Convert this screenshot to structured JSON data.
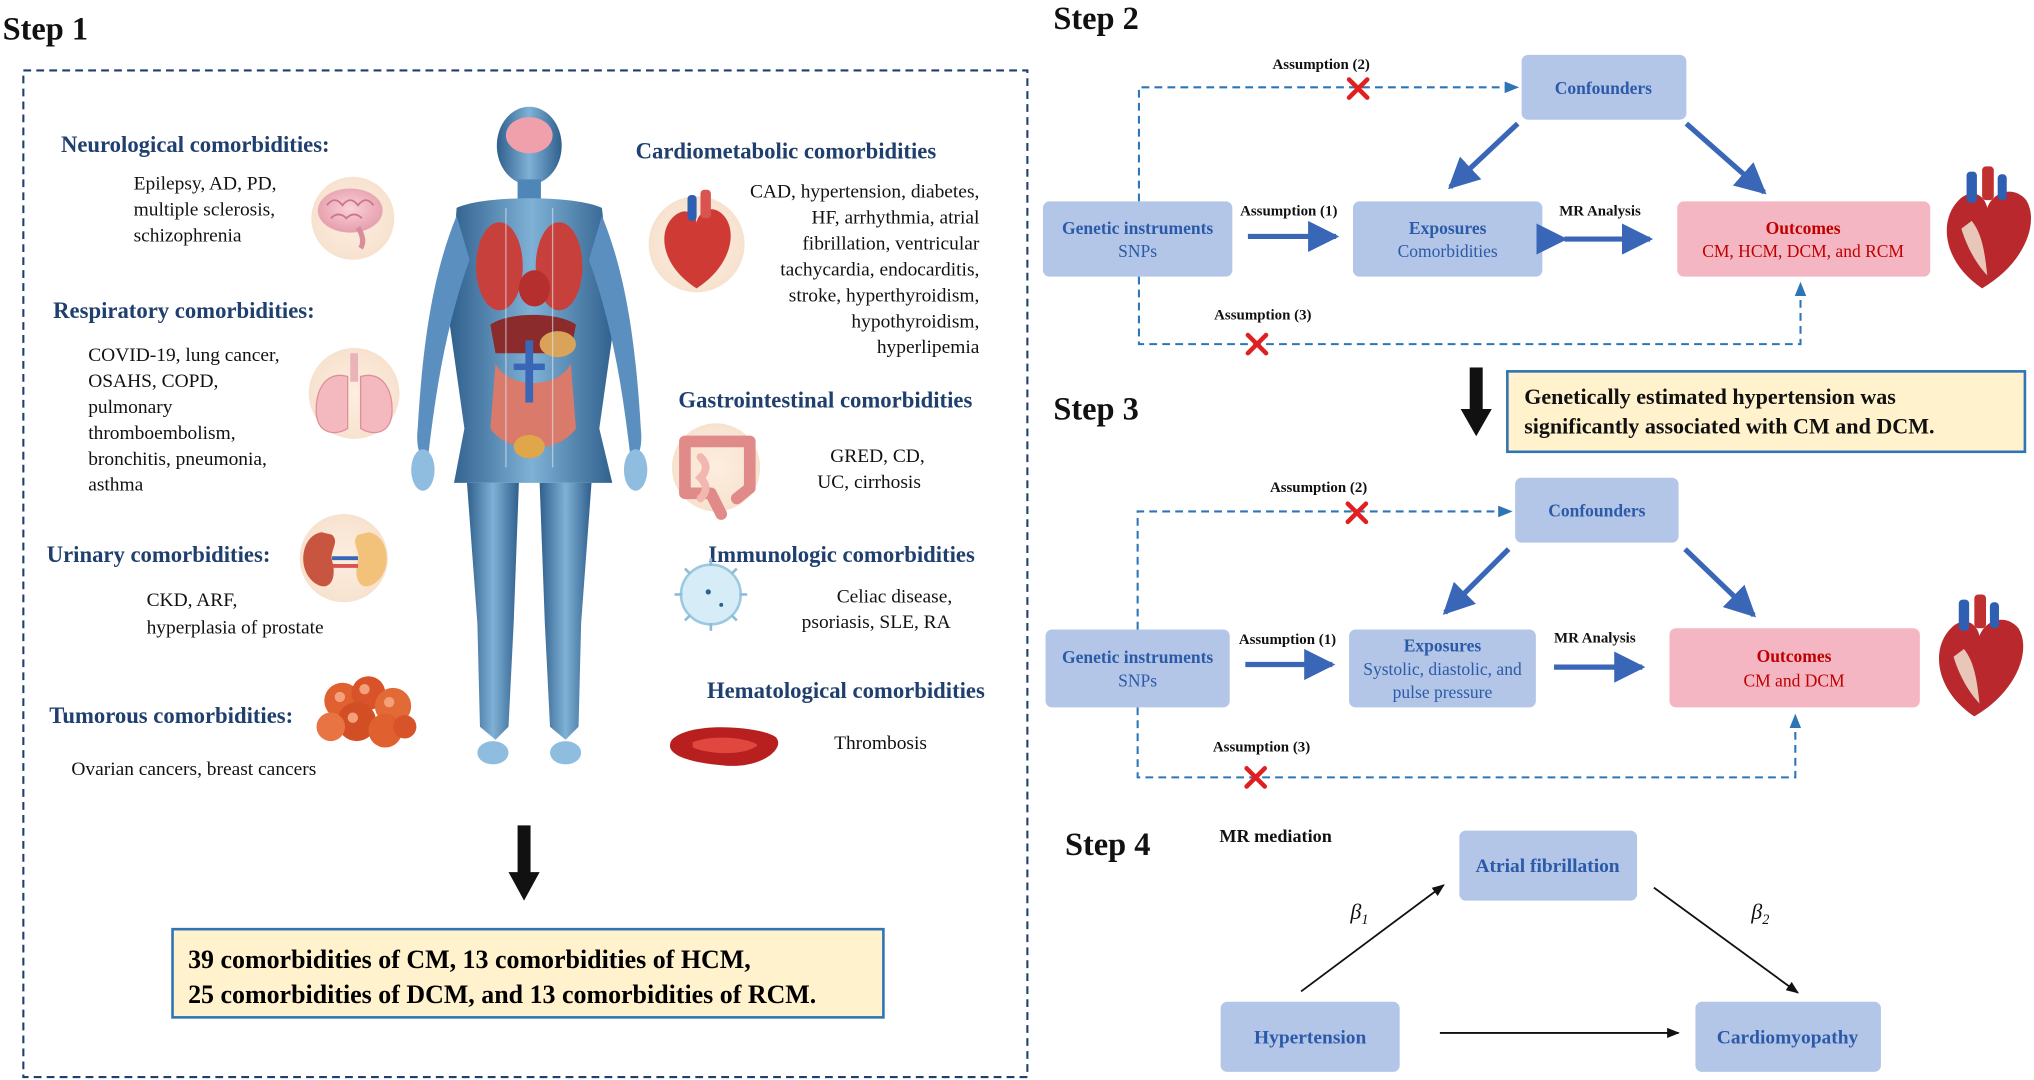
{
  "step1": {
    "title": "Step 1",
    "categories": [
      {
        "title": "Neurological comorbidities:",
        "lines": [
          "Epilepsy, AD, PD,",
          "multiple sclerosis,",
          "schizophrenia"
        ]
      },
      {
        "title": "Respiratory comorbidities:",
        "lines": [
          "COVID-19, lung cancer,",
          "OSAHS, COPD,",
          "pulmonary",
          "thromboembolism,",
          "bronchitis, pneumonia,",
          "asthma"
        ]
      },
      {
        "title": "Urinary comorbidities:",
        "lines": [
          "CKD, ARF,",
          "hyperplasia of prostate"
        ]
      },
      {
        "title": "Tumorous comorbidities:",
        "lines": [
          "Ovarian cancers, breast cancers"
        ]
      },
      {
        "title": "Cardiometabolic comorbidities",
        "lines": [
          "CAD, hypertension, diabetes,",
          "HF, arrhythmia, atrial",
          "fibrillation, ventricular",
          "tachycardia, endocarditis,",
          "stroke, hyperthyroidism,",
          "hypothyroidism,",
          "hyperlipemia"
        ]
      },
      {
        "title": "Gastrointestinal comorbidities",
        "lines": [
          "GRED, CD,",
          "UC, cirrhosis"
        ]
      },
      {
        "title": "Immunologic comorbidities",
        "lines": [
          "Celiac disease,",
          "psoriasis, SLE, RA"
        ]
      },
      {
        "title": "Hematological comorbidities",
        "lines": [
          "Thrombosis"
        ]
      }
    ],
    "summary": [
      "39 comorbidities of CM, 13 comorbidities of HCM,",
      "25 comorbidities of DCM, and 13 comorbidities of RCM."
    ]
  },
  "step2": {
    "title": "Step 2",
    "assumption1": "Assumption (1)",
    "assumption2": "Assumption (2)",
    "assumption3": "Assumption (3)",
    "mr_analysis": "MR Analysis",
    "confounders": "Confounders",
    "genetic": {
      "title": "Genetic instruments",
      "sub": "SNPs"
    },
    "exposures": {
      "title": "Exposures",
      "sub": "Comorbidities"
    },
    "outcomes": {
      "title": "Outcomes",
      "sub": "CM, HCM, DCM, and RCM"
    }
  },
  "finding": [
    "Genetically estimated hypertension was",
    "significantly associated with CM and DCM."
  ],
  "step3": {
    "title": "Step 3",
    "assumption1": "Assumption (1)",
    "assumption2": "Assumption (2)",
    "assumption3": "Assumption (3)",
    "mr_analysis": "MR Analysis",
    "confounders": "Confounders",
    "genetic": {
      "title": "Genetic instruments",
      "sub": "SNPs"
    },
    "exposures": {
      "title": "Exposures",
      "sub1": "Systolic, diastolic, and",
      "sub2": "pulse pressure"
    },
    "outcomes": {
      "title": "Outcomes",
      "sub": "CM and DCM"
    }
  },
  "step4": {
    "title": "Step 4",
    "subtitle": "MR mediation",
    "mediator": "Atrial fibrillation",
    "exposure": "Hypertension",
    "outcome": "Cardiomyopathy",
    "beta1": "β",
    "beta1_sub": "1",
    "beta2": "β",
    "beta2_sub": "2"
  },
  "colors": {
    "box_blue": "#b4c6e7",
    "box_pink": "#f4b6c2",
    "arrow_blue": "#3a66b7",
    "dash_blue": "#2e75b6",
    "summary_fill": "#fff2cc",
    "title_navy": "#1f3f6e"
  },
  "icons": [
    "human-body-icon",
    "brain-icon",
    "lungs-icon",
    "kidney-icon",
    "tumor-icon",
    "heart-icon",
    "intestine-icon",
    "virus-icon",
    "blood-cell-icon",
    "red-x-icon"
  ]
}
